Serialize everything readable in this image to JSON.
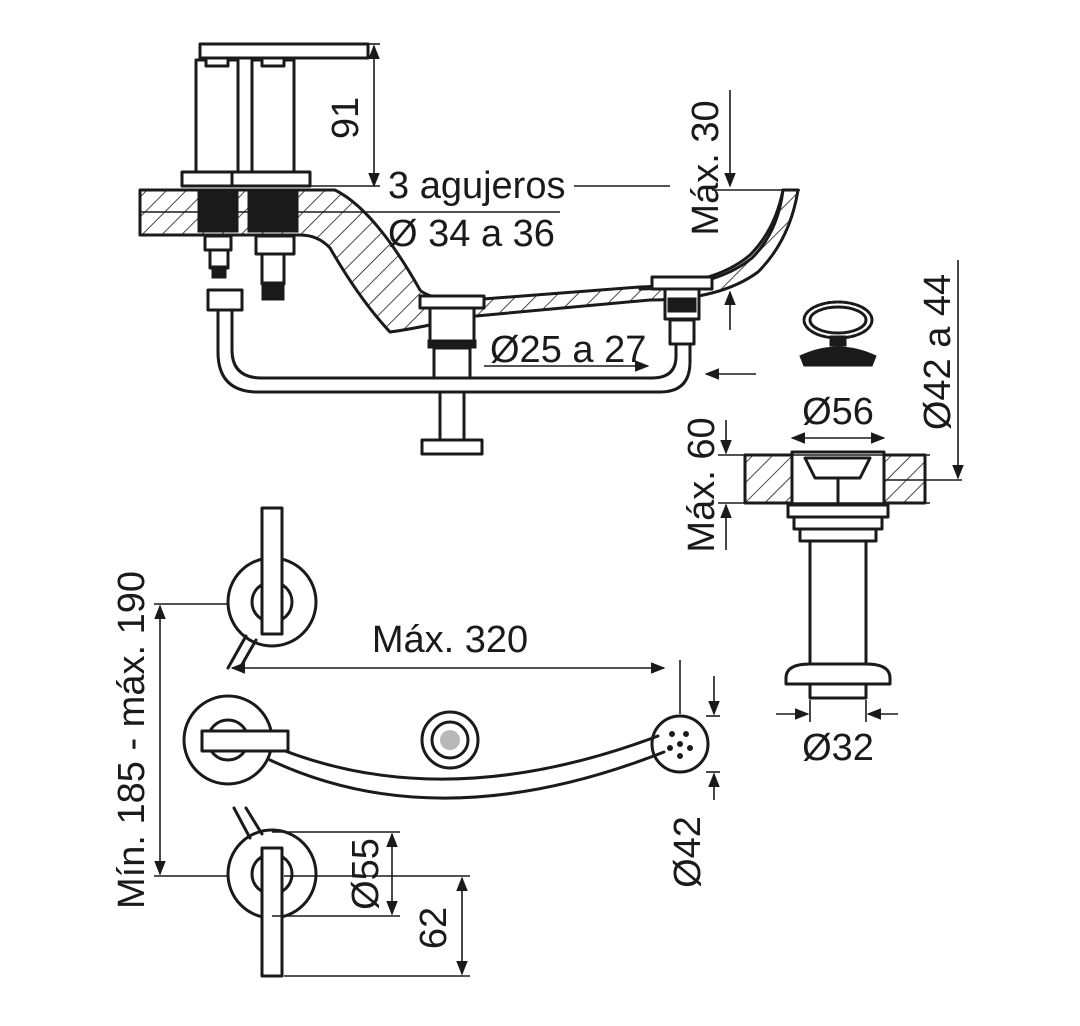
{
  "dimensions": {
    "handle_height": "91",
    "holes_count": "3 agujeros",
    "holes_diameter": "Ø 34 a 36",
    "max_deck_thickness": "Máx. 30",
    "pipe_diameter": "Ø25 a 27",
    "drain_hole_diameter": "Ø42 a 44",
    "drain_flange_diameter": "Ø56",
    "max_drain_thickness": "Máx. 60",
    "drain_tail_diameter": "Ø32",
    "handle_spacing": "Mín. 185 - máx. 190",
    "spout_reach": "Máx. 320",
    "rosette_diameter": "Ø55",
    "rosette_offset": "62",
    "spray_head_diameter": "Ø42"
  },
  "colors": {
    "line": "#1a1a1a",
    "background": "#ffffff"
  }
}
